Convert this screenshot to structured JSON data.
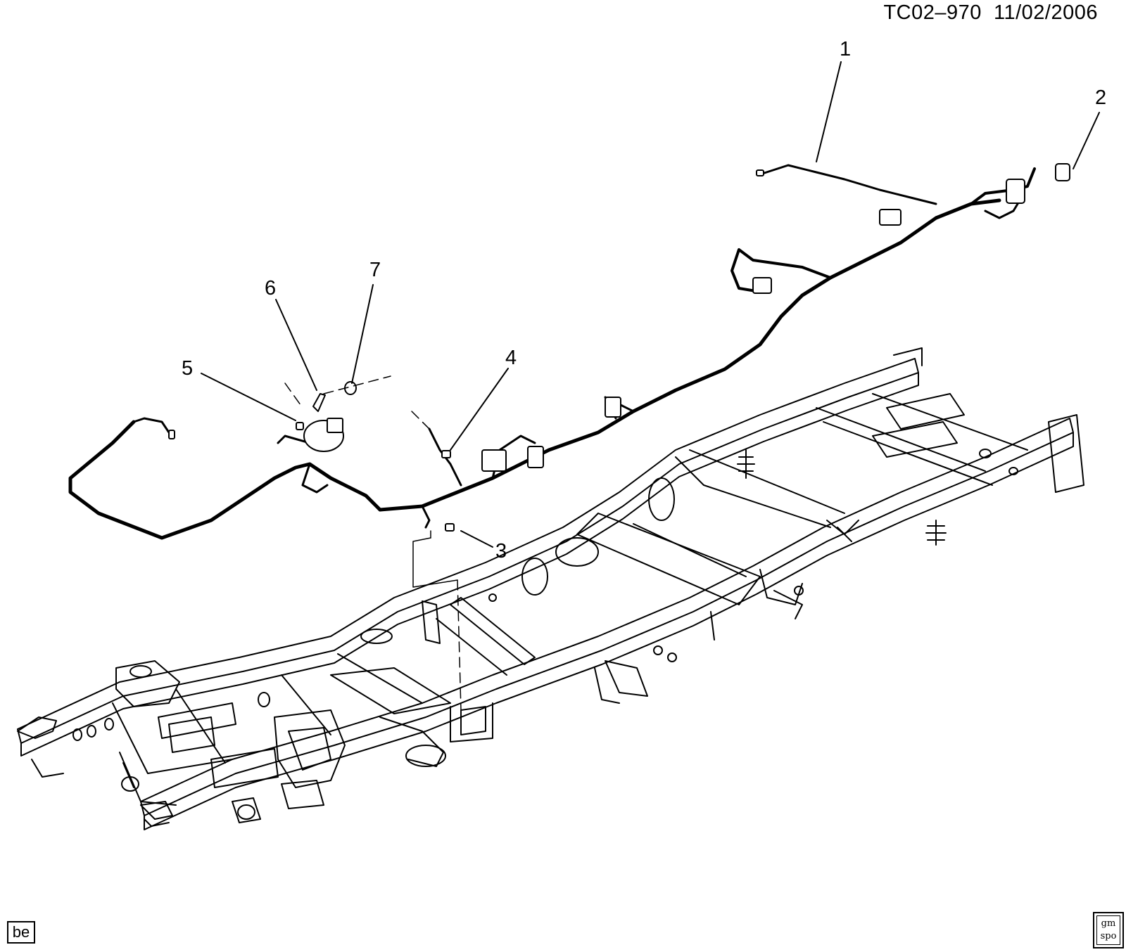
{
  "header": {
    "code": "TC02–970",
    "date": "11/02/2006"
  },
  "callouts": [
    {
      "id": "1",
      "label": "1"
    },
    {
      "id": "2",
      "label": "2"
    },
    {
      "id": "3",
      "label": "3"
    },
    {
      "id": "4",
      "label": "4"
    },
    {
      "id": "5",
      "label": "5"
    },
    {
      "id": "6",
      "label": "6"
    },
    {
      "id": "7",
      "label": "7"
    }
  ],
  "footer": {
    "badge": "be",
    "logo_top": "gm",
    "logo_bottom": "spo"
  },
  "colors": {
    "line": "#000000",
    "background": "#ffffff"
  }
}
